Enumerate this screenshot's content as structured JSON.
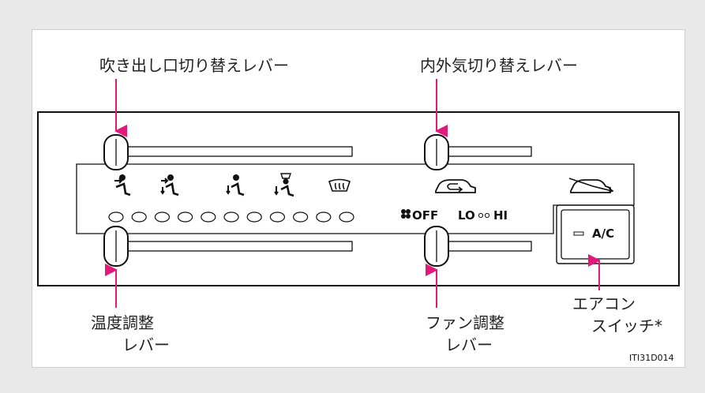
{
  "labels": {
    "mode_lever": "吹き出し口切り替えレバー",
    "air_lever": "内外気切り替えレバー",
    "temp_lever_line1": "温度調整",
    "temp_lever_line2": "レバー",
    "fan_lever_line1": "ファン調整",
    "fan_lever_line2": "レバー",
    "ac_switch_line1": "エアコン",
    "ac_switch_line2": "スイッチ*"
  },
  "panel": {
    "fan_off": "OFF",
    "fan_lo": "LO",
    "fan_hi": "HI",
    "ac_label": "A/C"
  },
  "figure_code": "ITI31D014",
  "icons": {
    "vent_modes": [
      "face-vent-icon",
      "bilevel-vent-icon",
      "foot-vent-icon",
      "foot-defrost-vent-icon",
      "defrost-icon"
    ],
    "air_modes": [
      "recirculate-air-icon",
      "fresh-air-icon"
    ],
    "fan": "fan-icon"
  },
  "temperature_scale_dots": 11,
  "colors": {
    "callout": "#e2197a",
    "line": "#111111",
    "page_bg": "#e9e9e9"
  }
}
